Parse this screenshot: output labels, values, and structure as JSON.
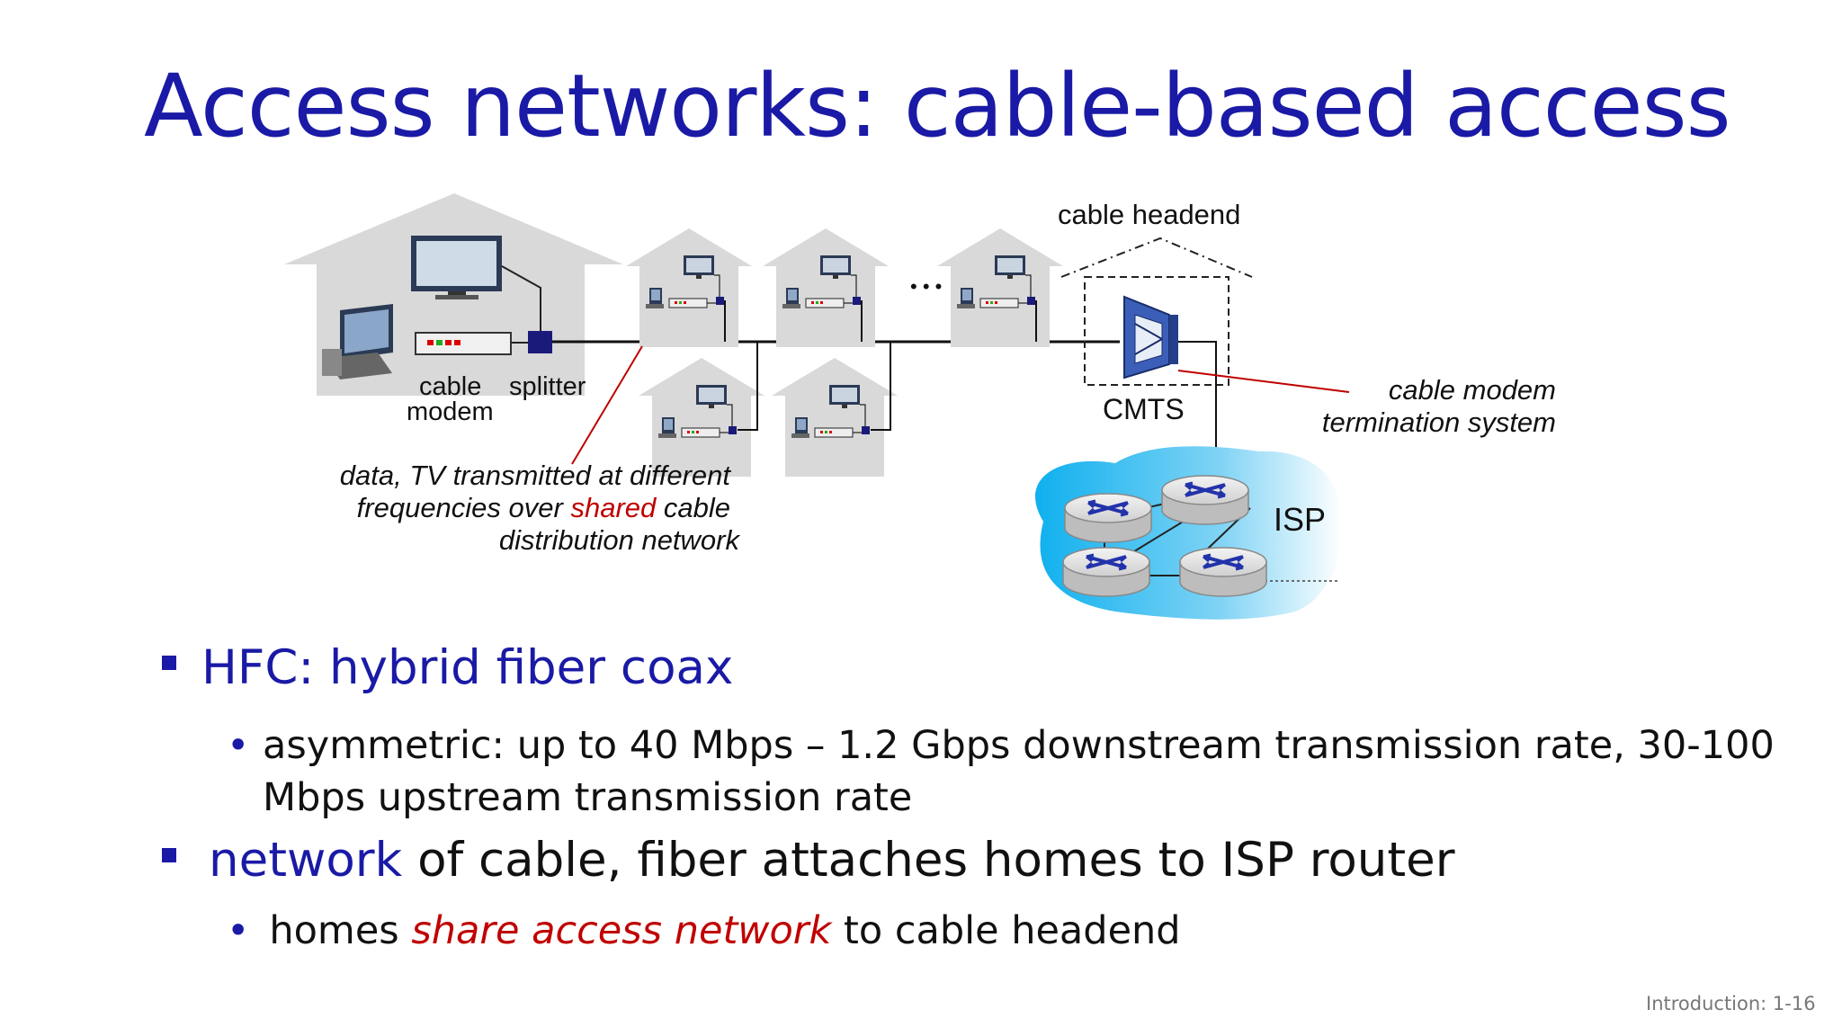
{
  "title": "Access networks: cable-based access",
  "diagram": {
    "cable_headend": "cable headend",
    "cable_modem_line1": "cable",
    "cable_modem_line2": "modem",
    "splitter": "splitter",
    "cmts": "CMTS",
    "cmts_desc_line1": "cable modem",
    "cmts_desc_line2": "termination system",
    "isp": "ISP",
    "ellipsis": "• • •",
    "note_line1": "data, TV transmitted at different",
    "note_line2_pre": "frequencies over ",
    "note_line2_red": "shared",
    "note_line2_post": " cable",
    "note_line3": "distribution network"
  },
  "bullets": {
    "hfc": "HFC: hybrid fiber coax",
    "asym": "asymmetric: up to 40 Mbps – 1.2 Gbps downstream transmission rate, 30-100 Mbps upstream transmission rate",
    "network_word": "network",
    "network_rest": " of cable, fiber attaches homes to ISP router",
    "homes_pre": "homes ",
    "homes_red": "share access network",
    "homes_post": " to cable headend"
  },
  "footer": "Introduction: 1-16",
  "colors": {
    "title_blue": "#1a1aa6",
    "accent_red": "#c00000",
    "isp_cloud": "#1fb8f0"
  }
}
